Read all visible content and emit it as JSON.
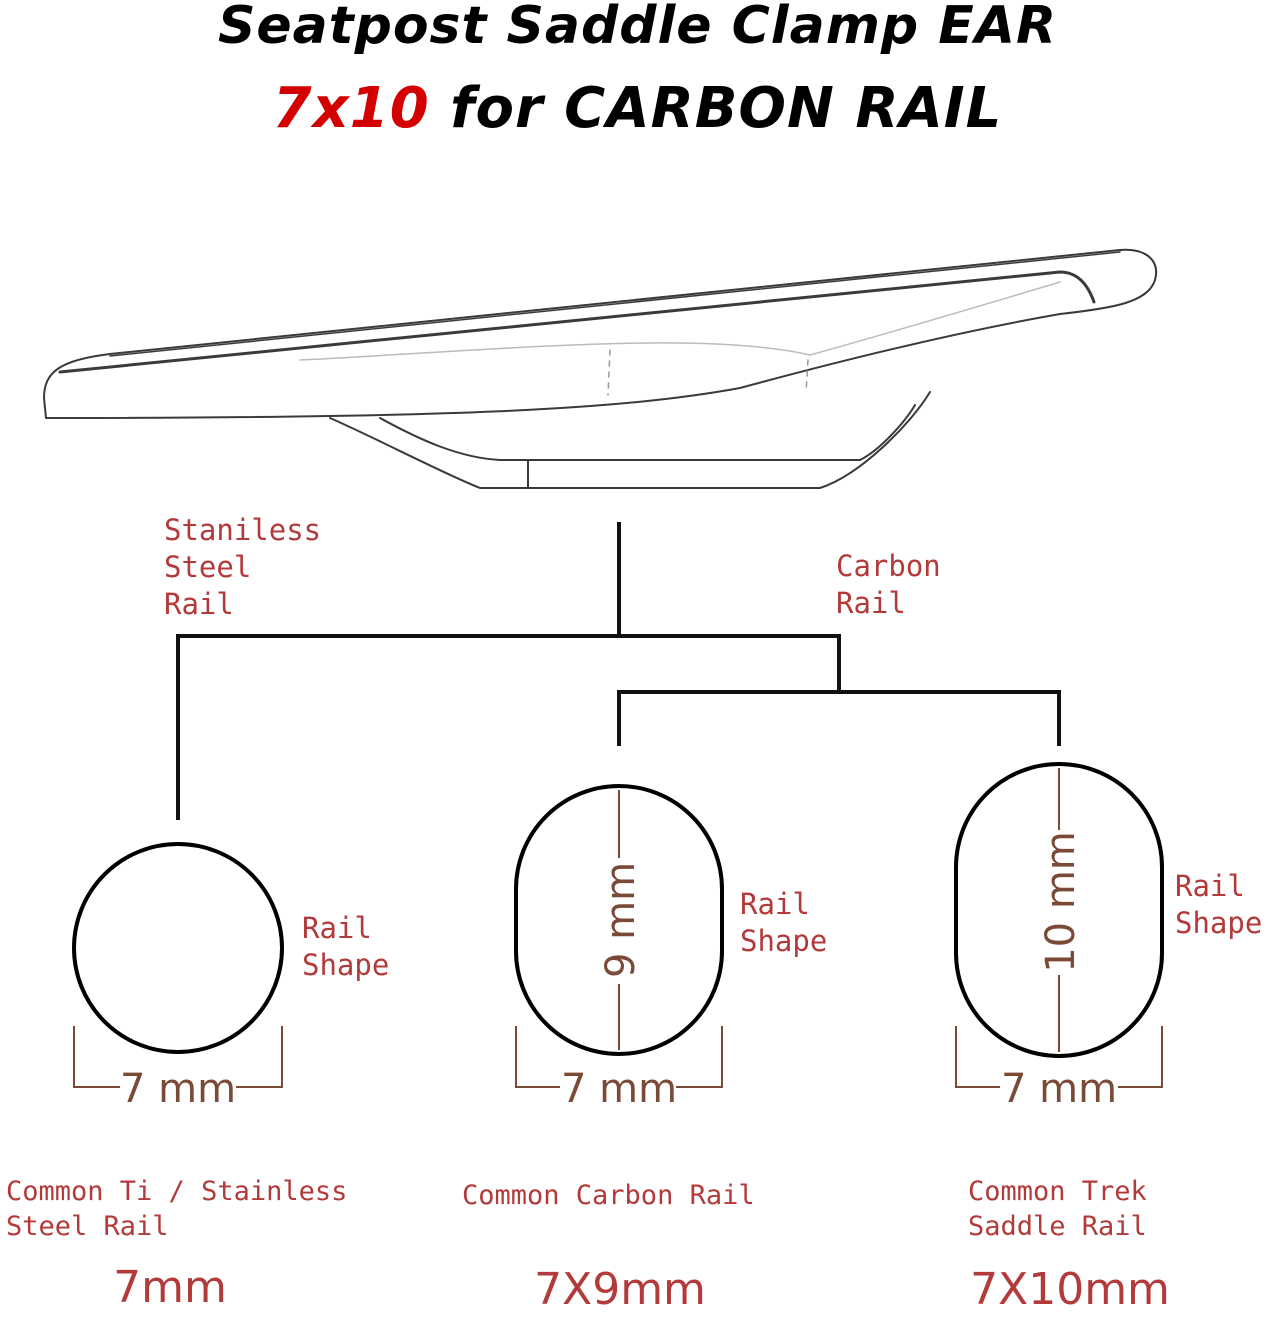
{
  "title": {
    "line1": "Seatpost Saddle Clamp EAR",
    "line2_size": "7x10",
    "line2_rest": " for CARBON RAIL"
  },
  "colors": {
    "accent_red": "#d40000",
    "label_red": "#b23a3a",
    "dimension_brown": "#7a4a36"
  },
  "branches": {
    "steel": "Staniless\nSteel\nRail",
    "carbon": "Carbon\nRail"
  },
  "rails": [
    {
      "shape_label": "Rail\nShape",
      "width_dim": "7 mm",
      "height_dim": "",
      "caption": "Common Ti / Stainless\nSteel Rail",
      "size": "7mm"
    },
    {
      "shape_label": "Rail\nShape",
      "width_dim": "7 mm",
      "height_dim": "9 mm",
      "caption": "Common Carbon Rail",
      "size": "7X9mm"
    },
    {
      "shape_label": "Rail\nShape",
      "width_dim": "7 mm",
      "height_dim": "10 mm",
      "caption": "Common Trek\nSaddle Rail",
      "size": "7X10mm"
    }
  ]
}
